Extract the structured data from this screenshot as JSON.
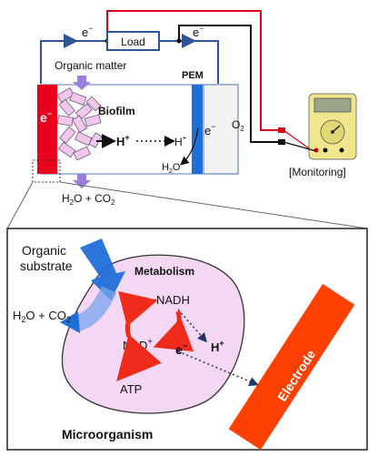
{
  "top_circuit": {
    "electron_left": "e",
    "electron_right": "e",
    "electron_sup": "−",
    "load_label": "Load"
  },
  "cell": {
    "organic_matter": "Organic matter",
    "biofilm": "Biofilm",
    "pem": "PEM",
    "anode_electron": "e",
    "anode_electron_sup": "−",
    "proton_left": "H",
    "proton_right": "H",
    "proton_sup": "+",
    "cathode_electron": "e",
    "cathode_electron_sup": "−",
    "oxygen": "O",
    "oxygen_sub": "2",
    "water": "H",
    "water_sub": "2",
    "water_tail": "O",
    "products": "H",
    "products_sub1": "2",
    "products_mid": "O + CO",
    "products_sub2": "2"
  },
  "monitor": {
    "label": "[Monitoring]"
  },
  "inset": {
    "organic_line1": "Organic",
    "organic_line2": "substrate",
    "metabolism": "Metabolism",
    "nadh": "NADH",
    "nad": "NAD",
    "nad_sup": "+",
    "electron": "e",
    "electron_sup": "−",
    "proton": "H",
    "proton_sup": "+",
    "atp": "ATP",
    "products": "H",
    "products_sub1": "2",
    "products_mid": "O + CO",
    "products_sub2": "2",
    "electrode": "Electrode",
    "microorganism": "Microorganism"
  },
  "colors": {
    "wire": "#2f5597",
    "anode": "#e8001c",
    "pem": "#1f6fd8",
    "red_wire": "#d9001b",
    "cell_outline": "#8fa6c8",
    "bacteria": "#f3c6ee",
    "microbe_fill": "#f4d7f3",
    "electrode": "#ff4000",
    "substrate_arrow": "#1f6fd8",
    "cycle_arrow": "#ef2b1b",
    "purple_arrow": "#9b7fe0",
    "meter_body": "#f0e68c"
  }
}
